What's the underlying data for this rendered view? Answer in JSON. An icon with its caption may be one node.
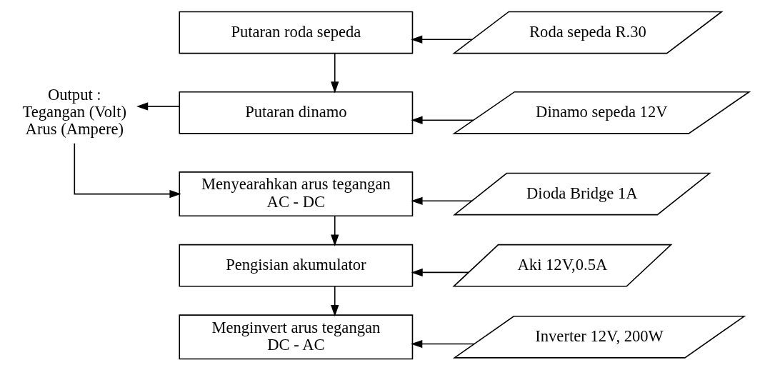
{
  "diagram": {
    "nodes": [
      {
        "text": [
          "Putaran roda sepeda"
        ]
      },
      {
        "text": [
          "Roda sepeda R.30"
        ]
      },
      {
        "text": [
          "Putaran dinamo"
        ]
      },
      {
        "text": [
          "Dinamo sepeda 12V"
        ]
      },
      {
        "text": [
          "Output : Tegangan (Volt) Arus (Ampere)"
        ]
      },
      {
        "text": [
          "Menyearahkan arus tegangan AC - DC"
        ]
      },
      {
        "text": [
          "Dioda Bridge 1A"
        ]
      },
      {
        "text": [
          "Pengisian akumulator"
        ]
      },
      {
        "text": [
          "Aki 12V,0.5A"
        ]
      },
      {
        "text": [
          "Menginvert arus tegangan DC - AC"
        ]
      },
      {
        "text": [
          "Inverter 12V, 200W"
        ]
      }
    ],
    "edges": [
      {
        "from": 1,
        "to": 0,
        "arrow": "to"
      },
      {
        "from": 0,
        "to": 2,
        "arrow": "to"
      },
      {
        "from": 3,
        "to": 2,
        "arrow": "to"
      },
      {
        "from": 2,
        "to": 4,
        "arrow": "to"
      },
      {
        "from": 4,
        "to": 5,
        "arrow": "to"
      },
      {
        "from": 6,
        "to": 5,
        "arrow": "to"
      },
      {
        "from": 5,
        "to": 7,
        "arrow": "to"
      },
      {
        "from": 8,
        "to": 7,
        "arrow": "to"
      },
      {
        "from": 7,
        "to": 9,
        "arrow": "to"
      },
      {
        "from": 10,
        "to": 9,
        "arrow": "to"
      }
    ]
  }
}
